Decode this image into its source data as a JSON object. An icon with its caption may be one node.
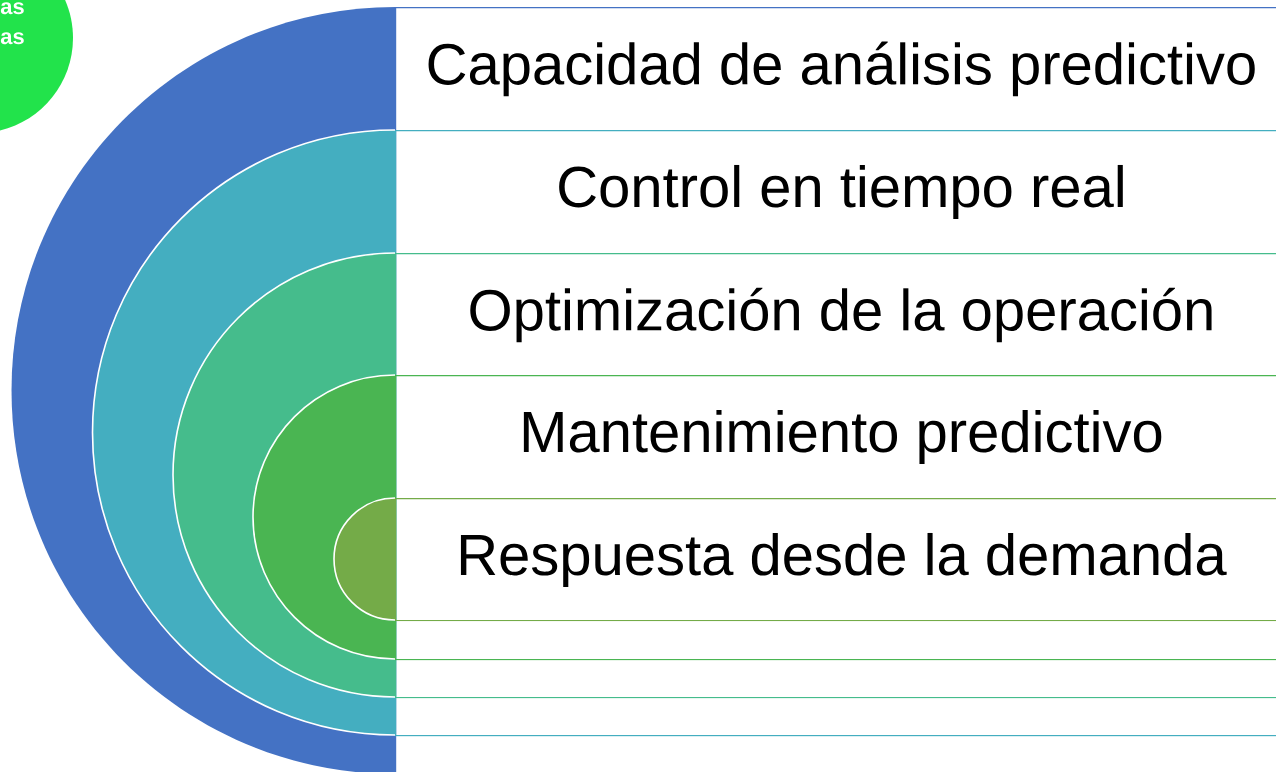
{
  "diagram": {
    "nodes": [
      {
        "text": [
          "as as"
        ]
      },
      {
        "text": [
          "Capacidad de análisis predictivo"
        ]
      },
      {
        "text": [
          "Control en tiempo real"
        ],
        "in": 1
      },
      {
        "text": [
          "Optimización de la operación"
        ],
        "in": 2
      },
      {
        "text": [
          "Mantenimiento predictivo"
        ],
        "in": 3
      },
      {
        "text": [
          "Respuesta desde la demanda"
        ],
        "in": 4
      }
    ]
  }
}
